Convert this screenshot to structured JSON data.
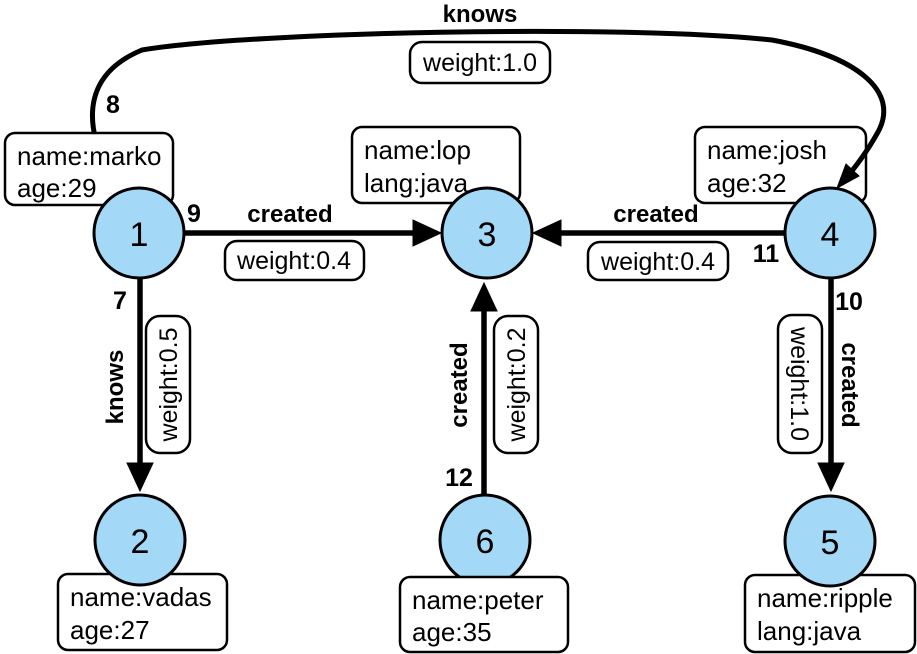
{
  "graph": {
    "colors": {
      "node_fill": "#A3D8F7",
      "stroke": "#000000",
      "background": "#FFFFFF"
    },
    "nodes": {
      "v1": {
        "id": "1",
        "props": [
          "name:marko",
          "age:29"
        ]
      },
      "v2": {
        "id": "2",
        "props": [
          "name:vadas",
          "age:27"
        ]
      },
      "v3": {
        "id": "3",
        "props": [
          "name:lop",
          "lang:java"
        ]
      },
      "v4": {
        "id": "4",
        "props": [
          "name:josh",
          "age:32"
        ]
      },
      "v5": {
        "id": "5",
        "props": [
          "name:ripple",
          "lang:java"
        ]
      },
      "v6": {
        "id": "6",
        "props": [
          "name:peter",
          "age:35"
        ]
      }
    },
    "edges": {
      "e7": {
        "id": "7",
        "label": "knows",
        "weight": "weight:0.5",
        "from": "1",
        "to": "2"
      },
      "e8": {
        "id": "8",
        "label": "knows",
        "weight": "weight:1.0",
        "from": "1",
        "to": "4"
      },
      "e9": {
        "id": "9",
        "label": "created",
        "weight": "weight:0.4",
        "from": "1",
        "to": "3"
      },
      "e10": {
        "id": "10",
        "label": "created",
        "weight": "weight:1.0",
        "from": "4",
        "to": "5"
      },
      "e11": {
        "id": "11",
        "label": "created",
        "weight": "weight:0.4",
        "from": "4",
        "to": "3"
      },
      "e12": {
        "id": "12",
        "label": "created",
        "weight": "weight:0.2",
        "from": "6",
        "to": "3"
      }
    }
  }
}
